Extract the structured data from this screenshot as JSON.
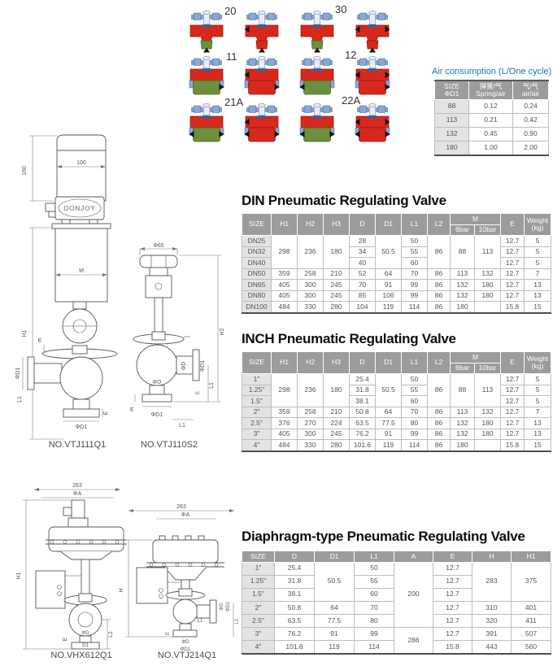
{
  "sections": {
    "din_title": "DIN Pneumatic Regulating Valve",
    "inch_title": "INCH Pneumatic Regulating Valve",
    "diaphragm_title": "Diaphragm-type Pneumatic Regulating Valve"
  },
  "colors": {
    "accent_blue": "#1a74bc",
    "valve_red": "#d8281e",
    "valve_green": "#6e8f3d",
    "bolt_blue": "#8aa8d4",
    "table_header_gray": "#9c9c9c"
  },
  "diagram": {
    "labels": [
      {
        "text": "20"
      },
      {
        "text": "30"
      },
      {
        "text": "11"
      },
      {
        "text": "12"
      },
      {
        "text": "21A"
      },
      {
        "text": "22A"
      }
    ],
    "icons": [
      {
        "type": "tee",
        "seat": "green",
        "arrows": [
          "b"
        ]
      },
      {
        "type": "tee",
        "seat": "red",
        "arrows": [
          "ml",
          "b"
        ]
      },
      {
        "type": "tee",
        "seat": "green",
        "arrows": [
          "b"
        ]
      },
      {
        "type": "tee",
        "seat": "red",
        "arrows": [
          "ml",
          "mr",
          "b"
        ]
      },
      {
        "type": "block",
        "seat": "green",
        "arrows": [
          "br"
        ]
      },
      {
        "type": "block",
        "seat": "red",
        "arrows": [
          "ml",
          "br"
        ]
      },
      {
        "type": "block",
        "seat": "green",
        "arrows": [
          "bl"
        ]
      },
      {
        "type": "block",
        "seat": "red",
        "arrows": [
          "ml",
          "mr",
          "br"
        ]
      },
      {
        "type": "block",
        "seat": "green",
        "arrows": [
          "bl",
          "br"
        ]
      },
      {
        "type": "block",
        "seat": "red",
        "arrows": [
          "ml",
          "bl",
          "br"
        ]
      },
      {
        "type": "block",
        "seat": "green",
        "arrows": [
          "bl",
          "br"
        ]
      },
      {
        "type": "block",
        "seat": "red",
        "arrows": [
          "ml",
          "mr",
          "bl",
          "br"
        ]
      }
    ]
  },
  "air_table": {
    "title": "Air consumption (L/One cycle)",
    "header": [
      [
        {
          "t": [
            "SIZE",
            "ΦD1"
          ]
        },
        {
          "t": [
            "弹簧/气",
            "Spring/air"
          ]
        },
        {
          "t": [
            "气/气",
            "air/air"
          ]
        }
      ]
    ],
    "rows": [
      [
        {
          "t": "88",
          "h": 1
        },
        {
          "t": "0.12"
        },
        {
          "t": "0.24"
        }
      ],
      [
        {
          "t": "113",
          "h": 1
        },
        {
          "t": "0.21"
        },
        {
          "t": "0.42"
        }
      ],
      [
        {
          "t": "132",
          "h": 1
        },
        {
          "t": "0.45"
        },
        {
          "t": "0.90"
        }
      ],
      [
        {
          "t": "180",
          "h": 1
        },
        {
          "t": "1.00"
        },
        {
          "t": "2.00"
        }
      ]
    ]
  },
  "din_table": {
    "header": [
      [
        {
          "t": "SIZE",
          "rs": 2
        },
        {
          "t": "H1",
          "rs": 2
        },
        {
          "t": "H2",
          "rs": 2
        },
        {
          "t": "H3",
          "rs": 2
        },
        {
          "t": "D",
          "rs": 2
        },
        {
          "t": "D1",
          "rs": 2
        },
        {
          "t": "L1",
          "rs": 2
        },
        {
          "t": "L2",
          "rs": 2
        },
        {
          "t": "M",
          "cs": 2
        },
        {
          "t": "E",
          "rs": 2
        },
        {
          "t": [
            "Weight",
            "(kg)"
          ],
          "rs": 2
        }
      ],
      [
        {
          "t": "6bar"
        },
        {
          "t": "10bar"
        }
      ]
    ],
    "rows": [
      [
        {
          "t": "DN25",
          "h": 1
        },
        {
          "t": "298",
          "rs": 3
        },
        {
          "t": "236",
          "rs": 3
        },
        {
          "t": "180",
          "rs": 3
        },
        {
          "t": "28"
        },
        {
          "t": "50.5",
          "rs": 3
        },
        {
          "t": "50"
        },
        {
          "t": "86",
          "rs": 3
        },
        {
          "t": "88",
          "rs": 3
        },
        {
          "t": "113",
          "rs": 3
        },
        {
          "t": "12.7"
        },
        {
          "t": "5"
        }
      ],
      [
        {
          "t": "DN32",
          "h": 1
        },
        {
          "t": "34"
        },
        {
          "t": "55"
        },
        {
          "t": "12.7"
        },
        {
          "t": "5"
        }
      ],
      [
        {
          "t": "DN40",
          "h": 1
        },
        {
          "t": "40"
        },
        {
          "t": "60"
        },
        {
          "t": "12.7"
        },
        {
          "t": "5"
        }
      ],
      [
        {
          "t": "DN50",
          "h": 1
        },
        {
          "t": "359"
        },
        {
          "t": "258"
        },
        {
          "t": "210"
        },
        {
          "t": "52"
        },
        {
          "t": "64"
        },
        {
          "t": "70"
        },
        {
          "t": "86"
        },
        {
          "t": "113"
        },
        {
          "t": "132"
        },
        {
          "t": "12.7"
        },
        {
          "t": "7"
        }
      ],
      [
        {
          "t": "DN65",
          "h": 1
        },
        {
          "t": "405"
        },
        {
          "t": "300"
        },
        {
          "t": "245"
        },
        {
          "t": "70"
        },
        {
          "t": "91"
        },
        {
          "t": "99"
        },
        {
          "t": "86"
        },
        {
          "t": "132"
        },
        {
          "t": "180"
        },
        {
          "t": "12.7"
        },
        {
          "t": "13"
        }
      ],
      [
        {
          "t": "DN80",
          "h": 1
        },
        {
          "t": "405"
        },
        {
          "t": "300"
        },
        {
          "t": "245"
        },
        {
          "t": "85"
        },
        {
          "t": "106"
        },
        {
          "t": "99"
        },
        {
          "t": "86"
        },
        {
          "t": "132"
        },
        {
          "t": "180"
        },
        {
          "t": "12.7"
        },
        {
          "t": "13"
        }
      ],
      [
        {
          "t": "DN100",
          "h": 1
        },
        {
          "t": "484"
        },
        {
          "t": "330"
        },
        {
          "t": "280"
        },
        {
          "t": "104"
        },
        {
          "t": "119"
        },
        {
          "t": "114"
        },
        {
          "t": "86"
        },
        {
          "t": "180"
        },
        {
          "t": ""
        },
        {
          "t": "15.8"
        },
        {
          "t": "15"
        }
      ]
    ]
  },
  "inch_table": {
    "header": [
      [
        {
          "t": "SIZE",
          "rs": 2
        },
        {
          "t": "H1",
          "rs": 2
        },
        {
          "t": "H2",
          "rs": 2
        },
        {
          "t": "H3",
          "rs": 2
        },
        {
          "t": "D",
          "rs": 2
        },
        {
          "t": "D1",
          "rs": 2
        },
        {
          "t": "L1",
          "rs": 2
        },
        {
          "t": "L2",
          "rs": 2
        },
        {
          "t": "M",
          "cs": 2
        },
        {
          "t": "E",
          "rs": 2
        },
        {
          "t": [
            "Weight",
            "(kg)"
          ],
          "rs": 2
        }
      ],
      [
        {
          "t": "6bar"
        },
        {
          "t": "10bar"
        }
      ]
    ],
    "rows": [
      [
        {
          "t": "1\"",
          "h": 1
        },
        {
          "t": "298",
          "rs": 3
        },
        {
          "t": "236",
          "rs": 3
        },
        {
          "t": "180",
          "rs": 3
        },
        {
          "t": "25.4"
        },
        {
          "t": "50.5",
          "rs": 3
        },
        {
          "t": "50"
        },
        {
          "t": "86",
          "rs": 3
        },
        {
          "t": "88",
          "rs": 3
        },
        {
          "t": "113",
          "rs": 3
        },
        {
          "t": "12.7"
        },
        {
          "t": "5"
        }
      ],
      [
        {
          "t": "1.25\"",
          "h": 1
        },
        {
          "t": "31.8"
        },
        {
          "t": "55"
        },
        {
          "t": "12.7"
        },
        {
          "t": "5"
        }
      ],
      [
        {
          "t": "1.5\"",
          "h": 1
        },
        {
          "t": "38.1"
        },
        {
          "t": "60"
        },
        {
          "t": "12.7"
        },
        {
          "t": "5"
        }
      ],
      [
        {
          "t": "2\"",
          "h": 1
        },
        {
          "t": "359"
        },
        {
          "t": "258"
        },
        {
          "t": "210"
        },
        {
          "t": "50.8"
        },
        {
          "t": "64"
        },
        {
          "t": "70"
        },
        {
          "t": "86"
        },
        {
          "t": "113"
        },
        {
          "t": "132"
        },
        {
          "t": "12.7"
        },
        {
          "t": "7"
        }
      ],
      [
        {
          "t": "2.5\"",
          "h": 1
        },
        {
          "t": "376"
        },
        {
          "t": "270"
        },
        {
          "t": "224"
        },
        {
          "t": "63.5"
        },
        {
          "t": "77.5"
        },
        {
          "t": "80"
        },
        {
          "t": "86"
        },
        {
          "t": "132"
        },
        {
          "t": "180"
        },
        {
          "t": "12.7"
        },
        {
          "t": "13"
        }
      ],
      [
        {
          "t": "3\"",
          "h": 1
        },
        {
          "t": "405"
        },
        {
          "t": "300"
        },
        {
          "t": "245"
        },
        {
          "t": "76.2"
        },
        {
          "t": "91"
        },
        {
          "t": "99"
        },
        {
          "t": "86"
        },
        {
          "t": "132"
        },
        {
          "t": "180"
        },
        {
          "t": "12.7"
        },
        {
          "t": "13"
        }
      ],
      [
        {
          "t": "4\"",
          "h": 1
        },
        {
          "t": "484"
        },
        {
          "t": "330"
        },
        {
          "t": "280"
        },
        {
          "t": "101.6"
        },
        {
          "t": "119"
        },
        {
          "t": "114"
        },
        {
          "t": "86"
        },
        {
          "t": "180"
        },
        {
          "t": ""
        },
        {
          "t": "15.8"
        },
        {
          "t": "15"
        }
      ]
    ]
  },
  "diaphragm_table": {
    "header": [
      [
        {
          "t": "SIZE"
        },
        {
          "t": "D"
        },
        {
          "t": "D1"
        },
        {
          "t": "L1"
        },
        {
          "t": "A"
        },
        {
          "t": "E"
        },
        {
          "t": "H"
        },
        {
          "t": "H1"
        }
      ]
    ],
    "rows": [
      [
        {
          "t": "1\"",
          "h": 1
        },
        {
          "t": "25.4"
        },
        {
          "t": "50.5",
          "rs": 3
        },
        {
          "t": "50"
        },
        {
          "t": "200",
          "rs": 5
        },
        {
          "t": "12.7"
        },
        {
          "t": "283",
          "rs": 3
        },
        {
          "t": "375",
          "rs": 3
        }
      ],
      [
        {
          "t": "1.25\"",
          "h": 1
        },
        {
          "t": "31.8"
        },
        {
          "t": "55"
        },
        {
          "t": "12.7"
        }
      ],
      [
        {
          "t": "1.5\"",
          "h": 1
        },
        {
          "t": "38.1"
        },
        {
          "t": "60"
        },
        {
          "t": "12.7"
        }
      ],
      [
        {
          "t": "2\"",
          "h": 1
        },
        {
          "t": "50.8"
        },
        {
          "t": "64"
        },
        {
          "t": "70"
        },
        {
          "t": "12.7"
        },
        {
          "t": "310"
        },
        {
          "t": "401"
        }
      ],
      [
        {
          "t": "2.5\"",
          "h": 1
        },
        {
          "t": "63.5"
        },
        {
          "t": "77.5"
        },
        {
          "t": "80"
        },
        {
          "t": "12.7"
        },
        {
          "t": "320"
        },
        {
          "t": "411"
        }
      ],
      [
        {
          "t": "3\"",
          "h": 1
        },
        {
          "t": "76.2"
        },
        {
          "t": "91"
        },
        {
          "t": "99"
        },
        {
          "t": "286",
          "rs": 2
        },
        {
          "t": "12.7"
        },
        {
          "t": "391"
        },
        {
          "t": "507"
        }
      ],
      [
        {
          "t": "4\"",
          "h": 1
        },
        {
          "t": "101.6"
        },
        {
          "t": "119"
        },
        {
          "t": "114"
        },
        {
          "t": "15.8"
        },
        {
          "t": "443"
        },
        {
          "t": "560"
        }
      ]
    ]
  },
  "drawings": {
    "d1": {
      "caption": "NO.VTJ111Q1",
      "brand": "DONJOY",
      "dims": {
        "h160": "160",
        "w100": "100",
        "m": "M",
        "h1": "H1",
        "e_top": "E",
        "phid1_left": "ΦD1",
        "l1_left": "L1",
        "phid1_bottom": "ΦD1",
        "e_right": "E"
      }
    },
    "d2": {
      "caption": "NO.VTJ110S2",
      "dims": {
        "phi65": "Φ65",
        "h2": "H2",
        "phid": "ΦD",
        "phid1": "ΦD1",
        "l1": "L1",
        "e": "E",
        "e_b": "E",
        "phid_b": "ΦD",
        "phid1_b": "ΦD1",
        "l1_b": "L1"
      }
    },
    "d3": {
      "caption": "NO.VHX612Q1",
      "dims": {
        "w263": "263",
        "phia": "ΦA",
        "h1": "H1",
        "l1": "L1",
        "e": "E",
        "phid": "ΦD",
        "d1": "D1"
      }
    },
    "d4": {
      "caption": "NO.VTJ214Q1",
      "dims": {
        "w263": "263",
        "phia": "ΦA",
        "h": "H",
        "phid": "ΦD",
        "phid1": "ΦD1",
        "l1": "L1",
        "l1r": "L1",
        "e": "E",
        "phid_b": "ΦD",
        "phid1_b": "ΦD1"
      }
    }
  }
}
